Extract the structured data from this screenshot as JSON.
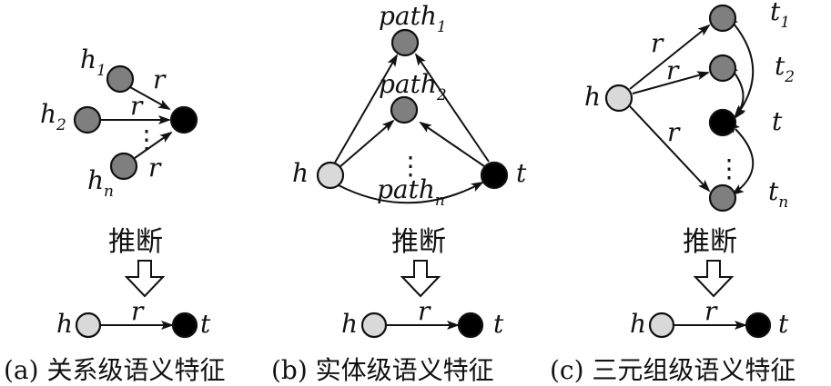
{
  "labels": {
    "h": "h",
    "r": "r",
    "t": "t",
    "h_base": "h",
    "h1_sub": "1",
    "h2_sub": "2",
    "hn_sub": "n",
    "path_base": "path",
    "path1_sub": "1",
    "path2_sub": "2",
    "pathn_sub": "n",
    "t_base": "t",
    "t1_sub": "1",
    "t2_sub": "2",
    "tn_sub": "n",
    "vdots": "⋮"
  },
  "infer_label": "推断",
  "captions": {
    "a": "(a) 关系级语义特征",
    "b": "(b) 实体级语义特征",
    "c": "(c) 三元组级语义特征"
  },
  "colors": {
    "head_node": "#d9d9d9",
    "mid_node": "#7f7f7f",
    "tail_node": "#000000"
  }
}
